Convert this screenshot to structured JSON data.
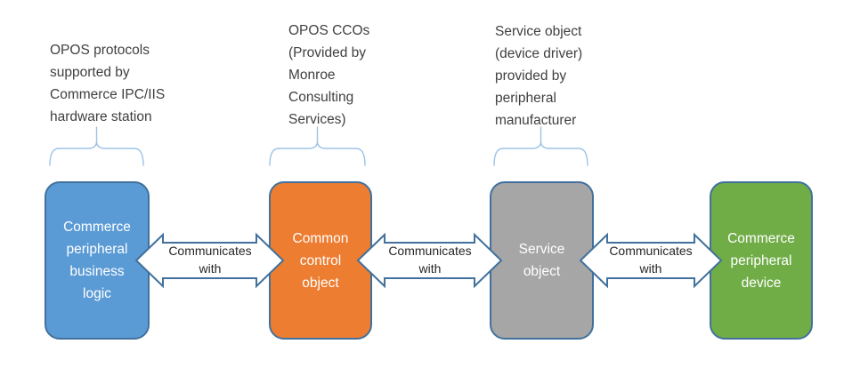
{
  "annotations": [
    {
      "text": "OPOS protocols\nsupported by\nCommerce IPC/IIS\nhardware station"
    },
    {
      "text": "OPOS CCOs\n(Provided by\nMonroe\nConsulting\nServices)"
    },
    {
      "text": "Service object\n(device driver)\nprovided by\nperipheral\nmanufacturer"
    }
  ],
  "boxes": [
    {
      "label": "Commerce\nperipheral\nbusiness\nlogic",
      "fill": "#5B9BD5"
    },
    {
      "label": "Common\ncontrol\nobject",
      "fill": "#ED7D31"
    },
    {
      "label": "Service\nobject",
      "fill": "#A6A6A6"
    },
    {
      "label": "Commerce\nperipheral\ndevice",
      "fill": "#70AD47"
    }
  ],
  "connectors": [
    {
      "label": "Communicates\nwith"
    },
    {
      "label": "Communicates\nwith"
    },
    {
      "label": "Communicates\nwith"
    }
  ],
  "colors": {
    "background": "#FFFFFF",
    "shape_border": "#41719C",
    "brace": "#9DC3E6",
    "annotation_text": "#404040",
    "box_text": "#FFFFFF",
    "connector_text": "#262626",
    "arrow_fill": "#FFFFFF",
    "box_fills": [
      "#5B9BD5",
      "#ED7D31",
      "#A6A6A6",
      "#70AD47"
    ]
  }
}
